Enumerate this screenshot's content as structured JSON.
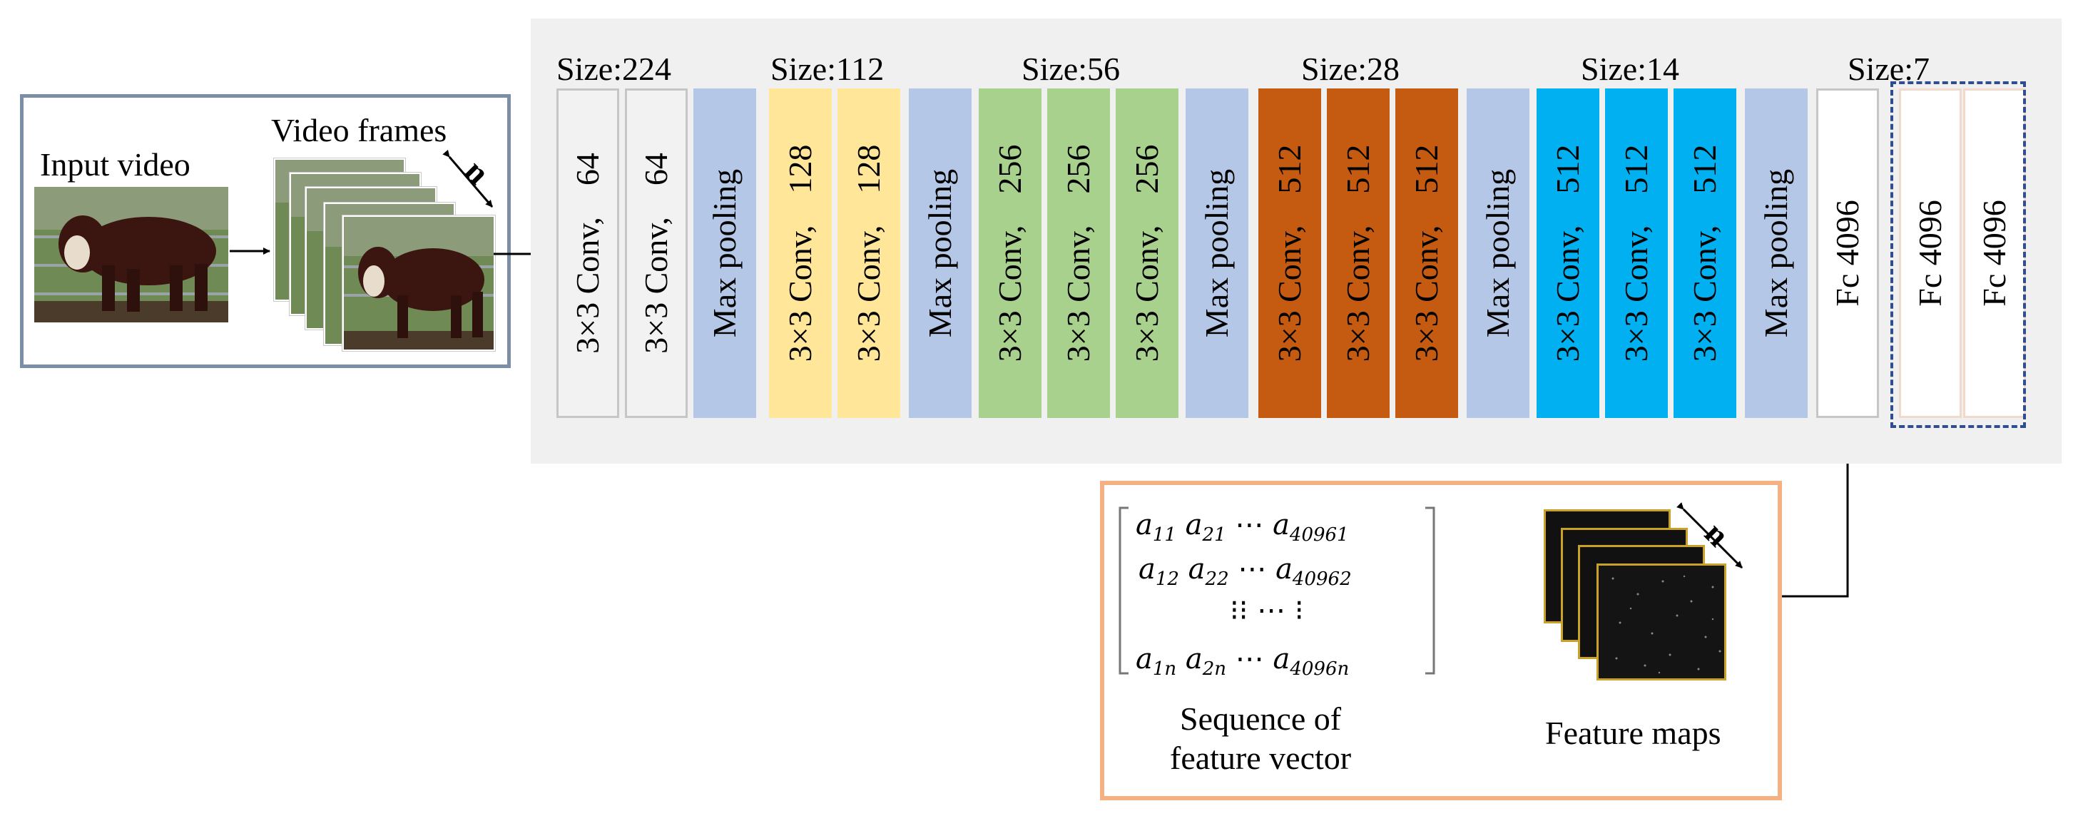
{
  "input": {
    "title": "Input video",
    "frames_title": "Video frames",
    "frame_count_label": "n"
  },
  "stages": [
    {
      "size_label": "Size:224"
    },
    {
      "size_label": "Size:112"
    },
    {
      "size_label": "Size:56"
    },
    {
      "size_label": "Size:28"
    },
    {
      "size_label": "Size:14"
    },
    {
      "size_label": "Size:7"
    }
  ],
  "layers": [
    {
      "text": "3×3 Conv,",
      "channels": "64"
    },
    {
      "text": "3×3 Conv,",
      "channels": "64"
    },
    {
      "text": "Max pooling"
    },
    {
      "text": "3×3 Conv,",
      "channels": "128"
    },
    {
      "text": "3×3 Conv,",
      "channels": "128"
    },
    {
      "text": "Max pooling"
    },
    {
      "text": "3×3 Conv,",
      "channels": "256"
    },
    {
      "text": "3×3 Conv,",
      "channels": "256"
    },
    {
      "text": "3×3 Conv,",
      "channels": "256"
    },
    {
      "text": "Max pooling"
    },
    {
      "text": "3×3 Conv,",
      "channels": "512"
    },
    {
      "text": "3×3 Conv,",
      "channels": "512"
    },
    {
      "text": "3×3 Conv,",
      "channels": "512"
    },
    {
      "text": "Max pooling"
    },
    {
      "text": "3×3 Conv,",
      "channels": "512"
    },
    {
      "text": "3×3 Conv,",
      "channels": "512"
    },
    {
      "text": "3×3 Conv,",
      "channels": "512"
    },
    {
      "text": "Max pooling"
    },
    {
      "text": "Fc 4096"
    },
    {
      "text": "Fc 4096"
    },
    {
      "text": "Fc 4096"
    }
  ],
  "output": {
    "matrix_rows": [
      [
        "a",
        "11",
        "a",
        "21",
        "⋯",
        "a",
        "40961"
      ],
      [
        "a",
        "12",
        "a",
        "22",
        "⋯",
        "a",
        "40962"
      ],
      [
        "⁝⁝",
        "⋯",
        "⁝"
      ],
      [
        "a",
        "1n",
        "a",
        "2n",
        "⋯",
        "a",
        "4096n"
      ]
    ],
    "feature_maps_label": "Feature maps",
    "frame_count_label": "n",
    "sequence_label_line1": "Sequence of",
    "sequence_label_line2": "feature vector"
  },
  "colors": {
    "conv_64": "#f2f2f2",
    "max_pooling": "#b4c7e7",
    "conv_128": "#ffe699",
    "conv_256": "#a9d18e",
    "conv_512_a": "#c55a11",
    "conv_512_b": "#00b0f0",
    "fc": "#ffffff",
    "panel": "#f0f0f0",
    "input_border": "#7b8ea6",
    "output_border": "#f4b183",
    "fc_dashed": "#2f4d8f"
  }
}
